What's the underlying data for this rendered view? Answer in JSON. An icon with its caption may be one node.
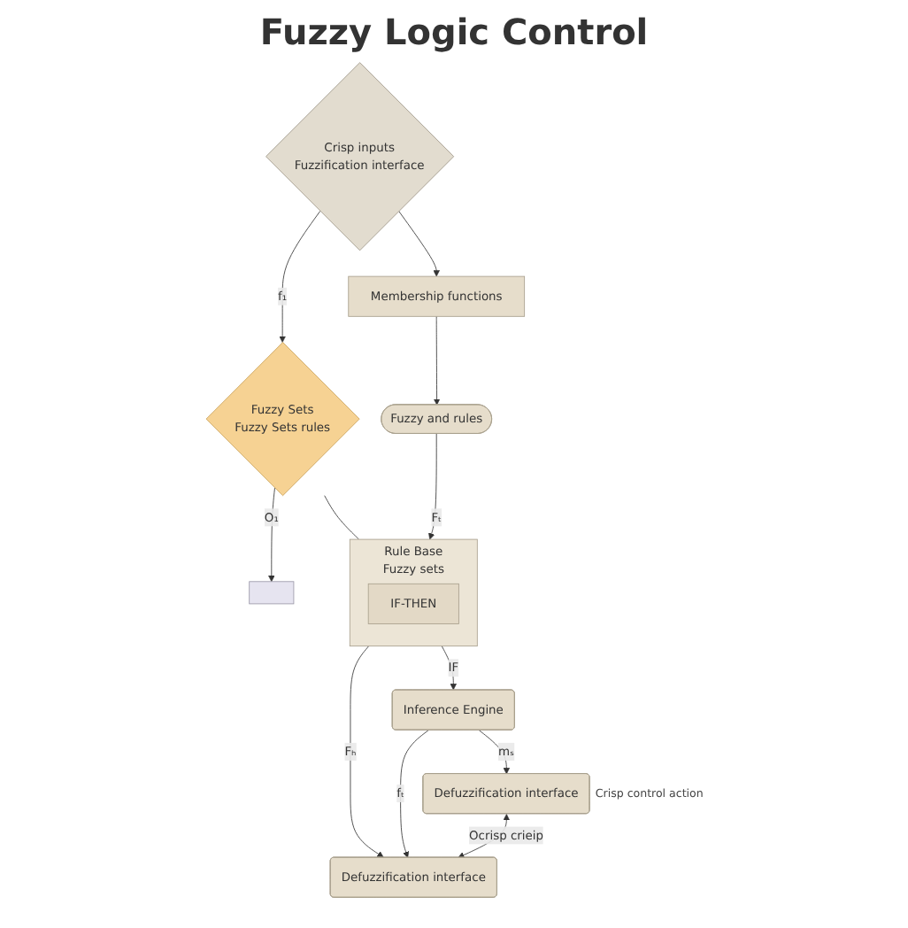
{
  "diagram": {
    "title": "Fuzzy Logic Control",
    "nodes": [
      {
        "text": [
          "Crisp inputs",
          "Fuzzification interface"
        ]
      },
      {
        "text": [
          "Fuzzy Sets",
          "Fuzzy Sets rules"
        ]
      },
      {
        "text": [],
        "shape": "box"
      },
      {
        "text": [
          "Membership functions"
        ]
      },
      {
        "text": [
          "Fuzzy and rules"
        ]
      },
      {
        "text": [
          "Rule Base",
          "Fuzzy sets"
        ]
      },
      {
        "text": [
          "IF-THEN"
        ],
        "in": 5
      },
      {
        "text": [
          "Defuzzification interface"
        ]
      },
      {
        "text": [
          "Inference Engine"
        ]
      },
      {
        "text": [
          "Defuzzification interface"
        ],
        "beside": [
          "Crisp control action"
        ]
      }
    ],
    "edges": [
      {
        "from": 0,
        "to": 1,
        "arrow": "to",
        "label": "f₁"
      },
      {
        "from": 0,
        "to": 3,
        "arrow": "to"
      },
      {
        "from": 1,
        "to": 2,
        "arrow": "to",
        "label": "O₁"
      },
      {
        "from": 1,
        "to": 5,
        "arrow": "none"
      },
      {
        "from": 3,
        "to": 4,
        "arrow": "to"
      },
      {
        "from": 4,
        "to": 5,
        "arrow": "to",
        "label": "Fₜ"
      },
      {
        "from": 5,
        "to": 7,
        "arrow": "to",
        "label": "Fₕ"
      },
      {
        "from": 5,
        "to": 8,
        "arrow": "to",
        "label": "IF"
      },
      {
        "from": 8,
        "to": 7,
        "arrow": "to",
        "label": "fₜ"
      },
      {
        "from": 8,
        "to": 9,
        "arrow": "to",
        "label": "mₛ"
      },
      {
        "from": 9,
        "to": 7,
        "arrow": "both",
        "label": "Ocrisp crieip"
      }
    ]
  }
}
